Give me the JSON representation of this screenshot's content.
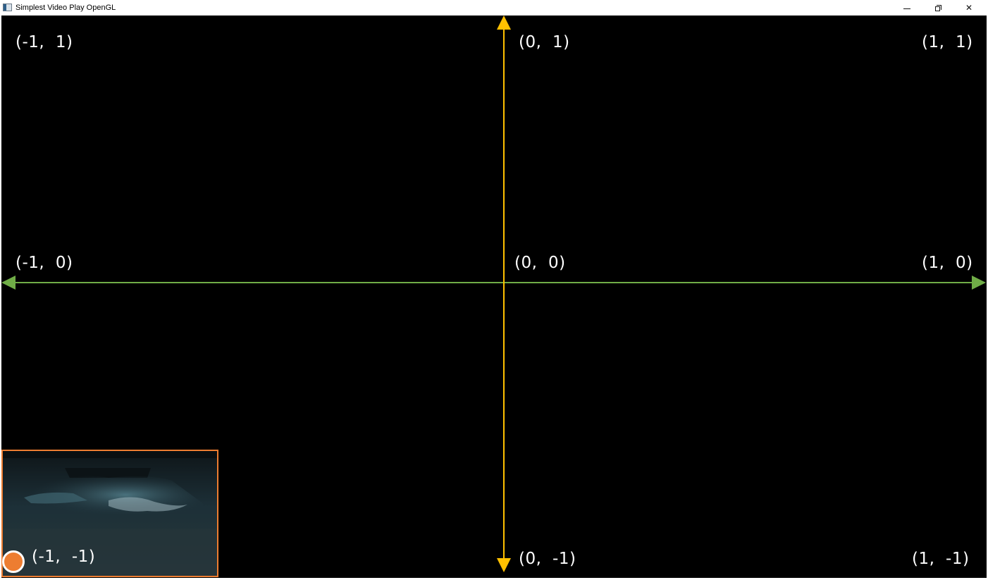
{
  "window": {
    "title": "Simplest Video Play OpenGL",
    "controls": {
      "minimize_icon": "minimize-icon",
      "restore_icon": "restore-icon",
      "close_glyph": "✕"
    }
  },
  "axes": {
    "x_axis_color": "#70ad47",
    "y_axis_color": "#ffc000",
    "video_border_color": "#ed7d31",
    "origin_marker_color": "#ed7d31"
  },
  "labels": {
    "top_left": "(-1,  1)",
    "top_center": "(0,  1)",
    "top_right": "(1,  1)",
    "mid_left": "(-1,  0)",
    "mid_center": "(0,  0)",
    "mid_right": "(1,  0)",
    "bottom_left": "(-1,  -1)",
    "bottom_center": "(0,  -1)",
    "bottom_right": "(1,  -1)"
  }
}
